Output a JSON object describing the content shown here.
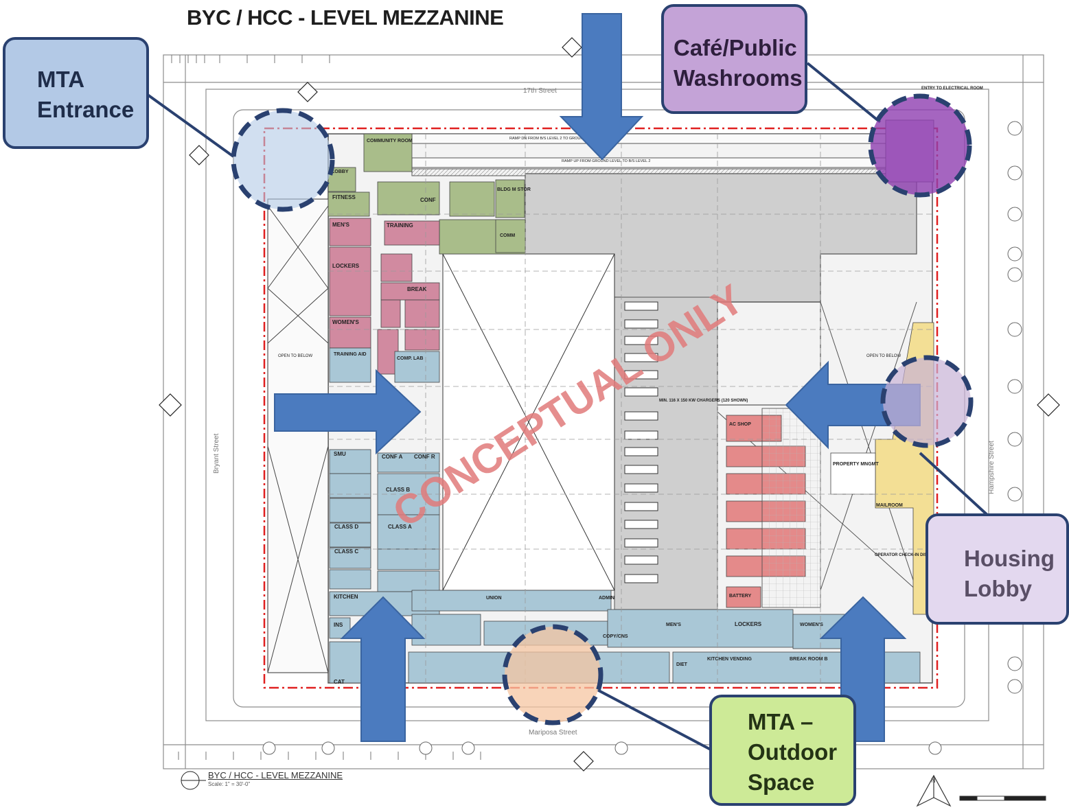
{
  "title": "BYC / HCC - LEVEL MEZZANINE",
  "watermark": "CONCEPTUAL ONLY",
  "callouts": {
    "mta_entrance": [
      "MTA",
      "Entrance"
    ],
    "cafe": [
      "Café/Public",
      "Washrooms"
    ],
    "housing": [
      "Housing",
      "Lobby"
    ],
    "outdoor": [
      "MTA –",
      "Outdoor",
      "Space"
    ]
  },
  "drawing_caption": {
    "title": "BYC / HCC - LEVEL MEZZANINE",
    "scale": "Scale: 1\" = 30'-0\""
  },
  "plan_labels": {
    "street_top": "17th Street",
    "street_left": "Bryant Street",
    "street_right": "Hampshire Street",
    "street_bottom": "Mariposa Street",
    "community_room": "COMMUNITY ROOM",
    "lobby": "LOBBY",
    "fitness": "FITNESS",
    "conf": "CONF",
    "bldg_stor": "BLDG M STOR",
    "comm": "COMM",
    "training": "TRAINING",
    "mens": "MEN'S",
    "lockers": "LOCKERS",
    "womens": "WOMEN'S",
    "training_aid": "TRAINING AID",
    "break": "BREAK",
    "comp_lab": "COMP. LAB",
    "open_to_below": "OPEN TO BELOW",
    "smu": "SMU",
    "class_b": "CLASS B",
    "class_a": "CLASS A",
    "class_d": "CLASS D",
    "class_c": "CLASS C",
    "conf_a": "CONF A",
    "conf_r": "CONF R",
    "kitchen": "KITCHEN",
    "ins": "INS",
    "cat": "CAT",
    "chargers": "MIN. 116 X 150 KW CHARGERS (120 SHOWN)",
    "ac_shop": "AC SHOP",
    "battery": "BATTERY",
    "property_mgmt": "PROPERTY MNGMT",
    "mailroom": "MAILROOM",
    "operator": "OPERATOR CHECK-IN DISPATCH/ RECEIVER",
    "break_room_b": "BREAK ROOM B",
    "vending": "KITCHEN VENDING",
    "diet": "DIET",
    "union": "UNION",
    "admin": "ADMIN",
    "copy": "COPY/CNS",
    "entry_electrical": "ENTRY TO ELECTRICAL ROOM",
    "ramp": "RAMP UP FROM GROUND LEVEL TO B/S LEVEL 2",
    "ramp_top": "RAMP DN FROM B/S LEVEL 2 TO GROUND LEVEL",
    "open_below_right": "OPEN TO BELOW"
  },
  "colors": {
    "arrow": "#4b7bbf",
    "arrow_edge": "#3a64a0",
    "dash": "#2a4170",
    "pink": "#d18aa0",
    "green": "#a9bd8a",
    "blue": "#a9c7d6",
    "grey": "#cfcfcf",
    "yellow": "#f3df95",
    "watermark": "#e07a7a",
    "redline": "#e02020"
  }
}
